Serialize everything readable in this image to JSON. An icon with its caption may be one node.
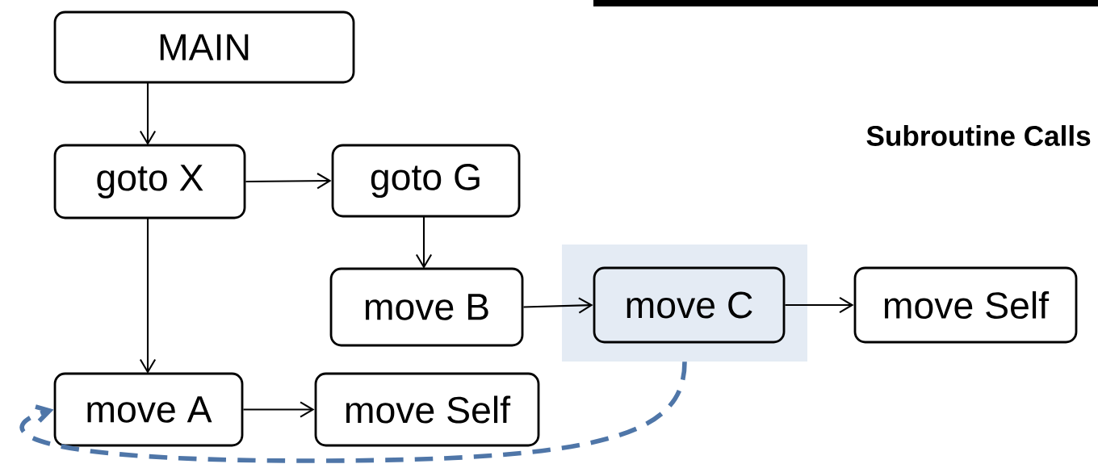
{
  "diagram": {
    "title": "Subroutine Calls",
    "nodes": [
      {
        "text": [
          "MAIN"
        ]
      },
      {
        "text": [
          "goto X"
        ]
      },
      {
        "text": [
          "goto G"
        ]
      },
      {
        "text": [
          "move B"
        ]
      },
      {
        "text": [],
        "shape": "box"
      },
      {
        "text": [
          "move C"
        ],
        "in": 4
      },
      {
        "text": [
          "move Self"
        ]
      },
      {
        "text": [
          "move A"
        ]
      },
      {
        "text": [
          "move Self"
        ]
      }
    ],
    "edges": [
      {
        "from": 0,
        "to": 1,
        "arrow": "to"
      },
      {
        "from": 1,
        "to": 2,
        "arrow": "to"
      },
      {
        "from": 2,
        "to": 3,
        "arrow": "to"
      },
      {
        "from": 1,
        "to": 7,
        "arrow": "to"
      },
      {
        "from": 3,
        "to": 5,
        "arrow": "to"
      },
      {
        "from": 5,
        "to": 6,
        "arrow": "to"
      },
      {
        "from": 7,
        "to": 8,
        "arrow": "to"
      },
      {
        "from": 4,
        "to": 7,
        "arrow": "to",
        "style": "dashed",
        "color": "#4f76a8"
      }
    ]
  }
}
